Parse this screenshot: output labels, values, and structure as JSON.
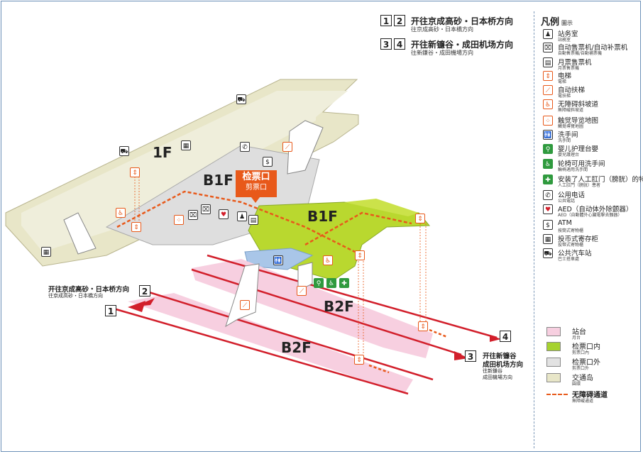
{
  "header_directions": [
    {
      "nums": [
        "1",
        "2"
      ],
      "main": "开往京成高砂・日本桥方向",
      "sub": "往京成高砂・日本橋方向"
    },
    {
      "nums": [
        "3",
        "4"
      ],
      "main": "开往新镰谷・成田机场方向",
      "sub": "往新鎌谷・成田機場方向"
    }
  ],
  "floors": {
    "f1": "1F",
    "b1_left": "B1F",
    "b1_right": "B1F",
    "b2_upper": "B2F",
    "b2_lower": "B2F"
  },
  "ticket_gate": {
    "main": "检票口",
    "sub": "剪票口"
  },
  "platforms": {
    "p1": "1",
    "p2": "2",
    "p3": "3",
    "p4": "4"
  },
  "direction_left": {
    "main": "开往京成高砂・日本桥方向",
    "sub": "往京成高砂・日本橋方向"
  },
  "direction_right": {
    "main1": "开往新镰谷",
    "main2": "成田机场方向",
    "sub1": "往新鎌谷",
    "sub2": "成田機場方向"
  },
  "legend": {
    "title": "凡例",
    "title_sub": "圖示",
    "items": [
      {
        "icon": "station-office-icon",
        "glyph": "♟",
        "main": "站务室",
        "sub": "站務室"
      },
      {
        "icon": "ticket-machine-icon",
        "glyph": "⌧",
        "main": "自动售票机/自动补票机",
        "sub": "自動售票機/自動補票機"
      },
      {
        "icon": "pass-machine-icon",
        "glyph": "▤",
        "main": "月票售票机",
        "sub": "月票售票機"
      },
      {
        "icon": "elevator-icon",
        "glyph": "⇕",
        "main": "电梯",
        "sub": "電梯"
      },
      {
        "icon": "escalator-icon",
        "glyph": "⟋",
        "main": "自动扶梯",
        "sub": "電扶梯"
      },
      {
        "icon": "ramp-icon",
        "glyph": "♿",
        "main": "无障碍斜坡道",
        "sub": "無障礙斜坡道"
      },
      {
        "icon": "tactile-map-icon",
        "glyph": "⁘",
        "main": "触觉导览地图",
        "sub": "觸覺導覽地圖"
      },
      {
        "icon": "restroom-icon",
        "glyph": "🚻",
        "main": "洗手间",
        "sub": "洗手間"
      },
      {
        "icon": "baby-care-icon",
        "glyph": "⚲",
        "main": "婴儿护理台嬰",
        "sub": "嬰兒護理台"
      },
      {
        "icon": "wheelchair-restroom-icon",
        "glyph": "♿",
        "main": "轮椅可用洗手间",
        "sub": "輪椅適用洗手間"
      },
      {
        "icon": "ostomate-icon",
        "glyph": "✚",
        "main": "安装了人工肛门（膀胱）的特殊人群",
        "sub": "人工肛門（膀胱）患者"
      },
      {
        "icon": "phone-icon",
        "glyph": "✆",
        "main": "公用电话",
        "sub": "公共電話"
      },
      {
        "icon": "aed-icon",
        "glyph": "♥",
        "main": "AED（自动体外除颤器）",
        "sub": "AED（自動體外心臟電擊去顫器）"
      },
      {
        "icon": "atm-icon",
        "glyph": "$",
        "main": "ATM",
        "sub": "按筒式寄物櫃"
      },
      {
        "icon": "locker-icon",
        "glyph": "▦",
        "main": "投币式寄存柜",
        "sub": "投幣式寄物櫃"
      },
      {
        "icon": "bus-stop-icon",
        "glyph": "⛟",
        "main": "公共汽车站",
        "sub": "巴士搭車處"
      }
    ],
    "areas": [
      {
        "color": "#f7cfe0",
        "main": "站台",
        "sub": "月台"
      },
      {
        "color": "#a6d22f",
        "main": "检票口内",
        "sub": "剪票口內"
      },
      {
        "color": "#e2e2e2",
        "main": "检票口外",
        "sub": "剪票口外"
      },
      {
        "color": "#e8e6c8",
        "main": "交通岛",
        "sub": "圓環"
      }
    ],
    "barrier_free": {
      "color": "#e8591a",
      "main": "无障碍通道",
      "sub": "無障礙通道"
    }
  }
}
